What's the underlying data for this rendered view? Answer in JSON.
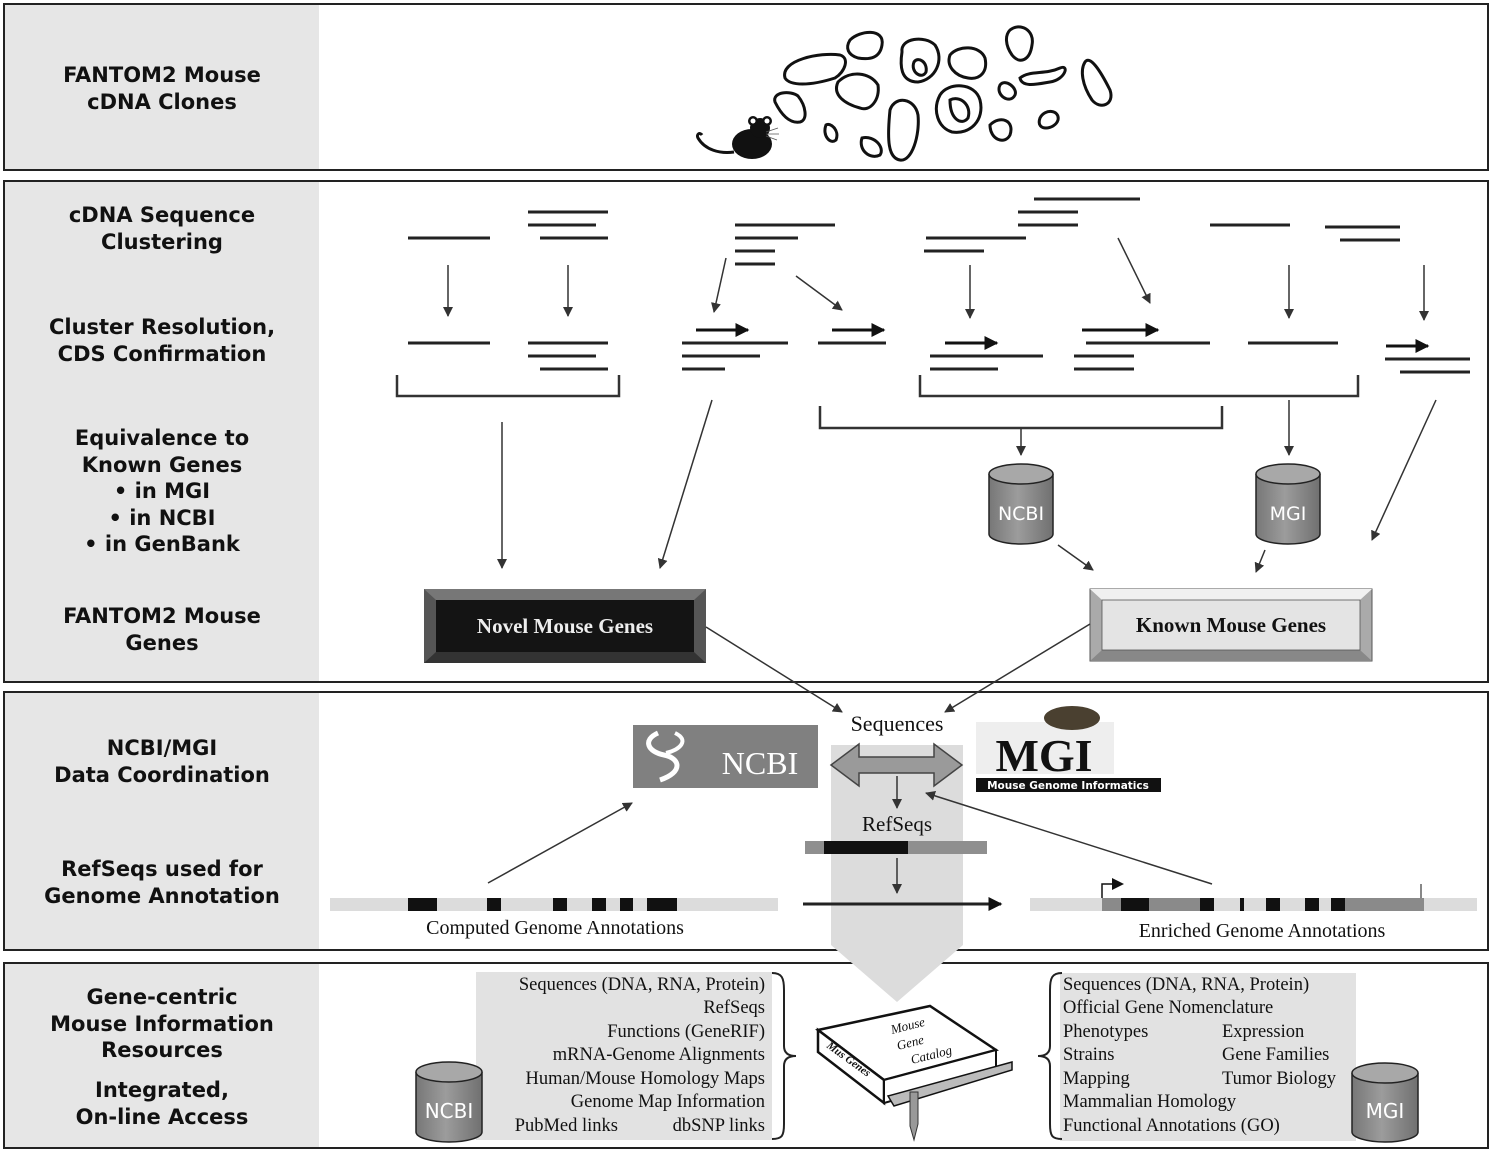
{
  "sections": [
    {
      "id": "clones",
      "labels": [
        "FANTOM2 Mouse\ncDNA Clones"
      ]
    },
    {
      "id": "clustering",
      "labels": [
        "cDNA Sequence\nClustering",
        "Cluster Resolution,\nCDS Confirmation",
        "Equivalence to\nKnown Genes\n• in MGI\n• in NCBI\n• in GenBank",
        "FANTOM2 Mouse\nGenes"
      ]
    },
    {
      "id": "coordination",
      "labels": [
        "NCBI/MGI\nData Coordination",
        "RefSeqs used for\nGenome Annotation"
      ]
    },
    {
      "id": "resources",
      "labels": [
        "Gene-centric\nMouse Information\nResources",
        "Integrated,\nOn-line Access"
      ]
    }
  ],
  "databases": {
    "ncbi": "NCBI",
    "mgi": "MGI"
  },
  "gene_boxes": {
    "novel": "Novel Mouse Genes",
    "known": "Known Mouse Genes"
  },
  "coordination": {
    "sequences_label": "Sequences",
    "refseqs_label": "RefSeqs",
    "ncbi_logo_text": "NCBI",
    "mgi_logo_text": "MGI",
    "mgi_logo_subtitle": "Mouse Genome Informatics",
    "computed_label": "Computed Genome Annotations",
    "enriched_label": "Enriched Genome Annotations"
  },
  "catalog": {
    "title_lines": [
      "Mouse",
      "Gene",
      "Catalog"
    ],
    "spine": "Mus Genes"
  },
  "ncbi_resources": [
    "Sequences (DNA, RNA, Protein)",
    "RefSeqs",
    "Functions (GeneRIF)",
    "mRNA-Genome Alignments",
    "Human/Mouse Homology Maps",
    "Genome Map Information"
  ],
  "ncbi_links": {
    "left": "PubMed links",
    "right": "dbSNP links"
  },
  "mgi_resources": {
    "full": [
      "Sequences (DNA, RNA, Protein)",
      "Official Gene Nomenclature"
    ],
    "pairs": [
      [
        "Phenotypes",
        "Expression"
      ],
      [
        "Strains",
        "Gene Families"
      ],
      [
        "Mapping",
        "Tumor Biology"
      ]
    ],
    "tail": [
      "Mammalian Homology",
      "Functional Annotations (GO)"
    ]
  },
  "colors": {
    "panel_bg": "#e6e6e6",
    "cylinder": "#8a8a8a",
    "logo_ncbi": "#808080",
    "novel_box": "#1a1a1a",
    "known_box": "#e4e4e4",
    "arrow_gray": "#9a9a9a"
  }
}
